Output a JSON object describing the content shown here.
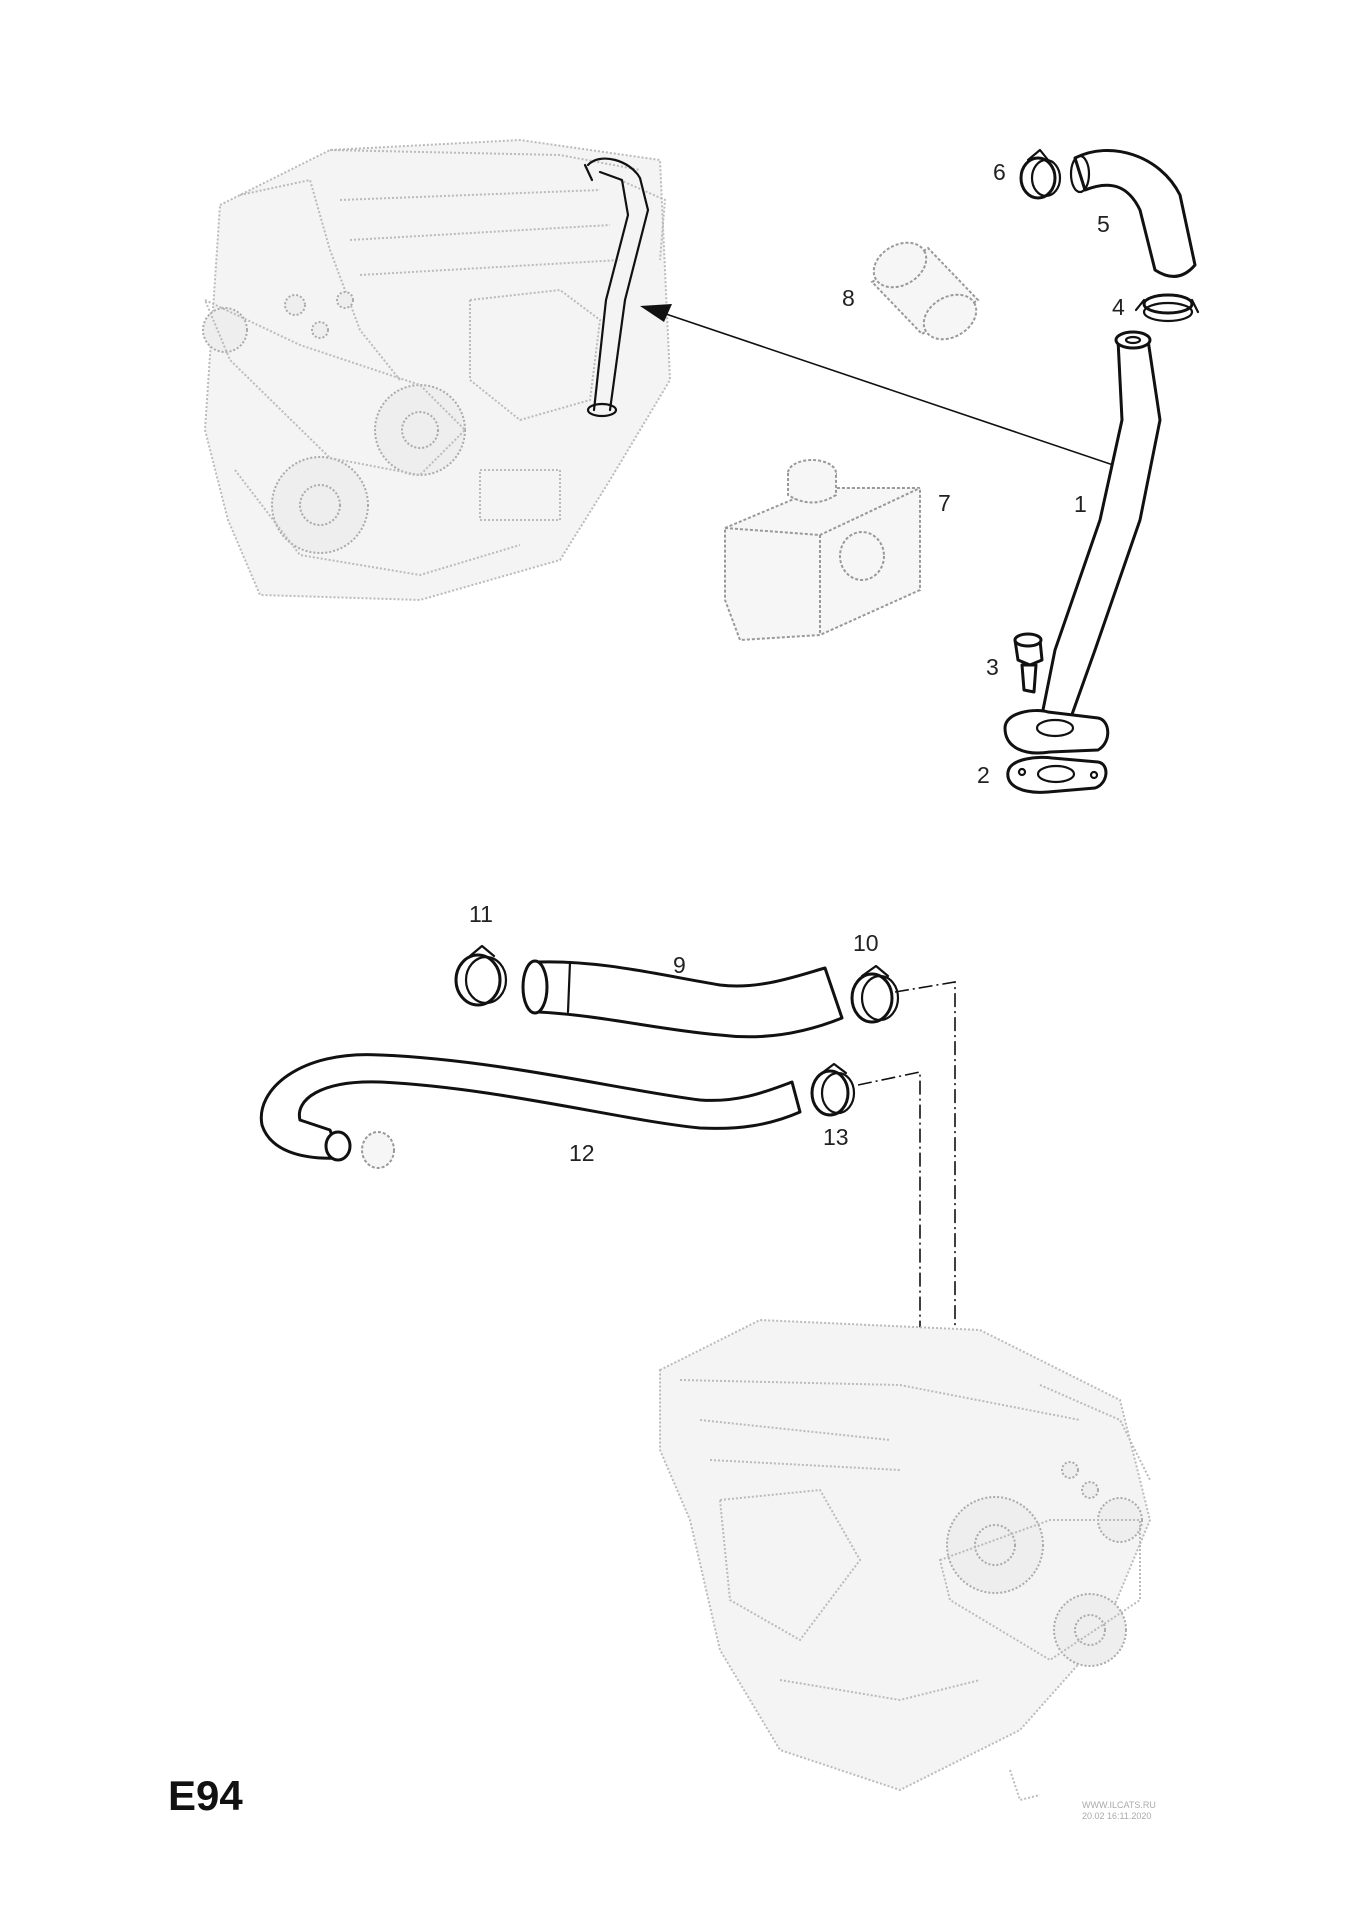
{
  "diagram": {
    "page_code": "E94",
    "watermark_lines": [
      "WWW.ILCATS.RU",
      "20.02 16:11.2020"
    ],
    "callouts": {
      "p1": "1",
      "p2": "2",
      "p3": "3",
      "p4": "4",
      "p5": "5",
      "p6": "6",
      "p7": "7",
      "p8": "8",
      "p9": "9",
      "p10": "10",
      "p11": "11",
      "p12": "12",
      "p13": "13"
    }
  }
}
